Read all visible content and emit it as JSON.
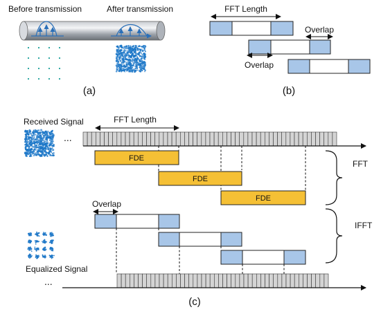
{
  "panel_a": {
    "label_before": "Before transmission",
    "label_after": "After transmission",
    "caption": "(a)"
  },
  "panel_b": {
    "fft_length_label": "FFT Length",
    "overlap_label_right": "Overlap",
    "overlap_label_left": "Overlap",
    "caption": "(b)"
  },
  "panel_c": {
    "received_label": "Received Signal",
    "equalized_label": "Equalized Signal",
    "fft_length_label": "FFT Length",
    "ellipsis_top": "...",
    "ellipsis_bottom": "...",
    "fde_blocks": [
      "FDE",
      "FDE",
      "FDE"
    ],
    "overlap_label": "Overlap",
    "brace_fft_label": "FFT",
    "brace_ifft_label": "IFFT",
    "caption": "(c)"
  },
  "colors": {
    "overlap_fill": "#a8c6e8",
    "fde_fill": "#f5c035",
    "signal_blue": "#1e78c8",
    "sample_grey": "#d4d4d4",
    "fiber_grey": "#8a8f96",
    "constellation_dot": "#1aa09a"
  }
}
